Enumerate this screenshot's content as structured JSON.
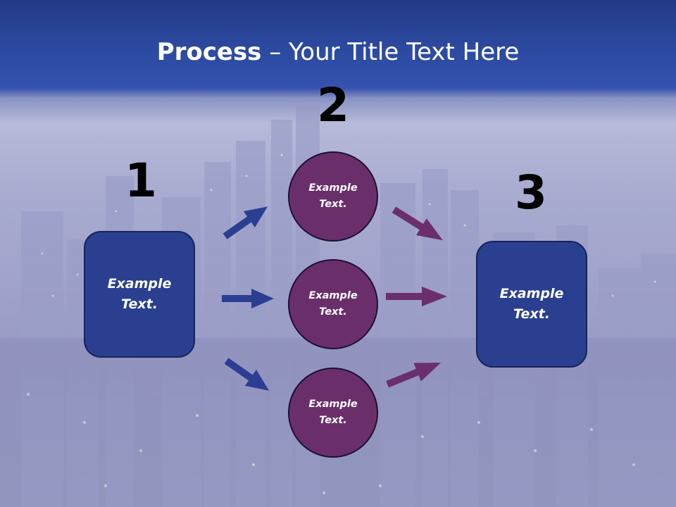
{
  "slide": {
    "title_bold": "Process",
    "title_rest": " – Your Title Text Here"
  },
  "steps": [
    {
      "number": "1",
      "label": "Example Text."
    },
    {
      "number": "2",
      "circles": [
        "Example Text.",
        "Example Text.",
        "Example Text."
      ]
    },
    {
      "number": "3",
      "label": "Example Text."
    }
  ],
  "colors": {
    "header_blue": "#2c4aa0",
    "box_blue": "#2a3f8f",
    "circle_purple": "#6a2f6b",
    "arrow_blue": "#2b3e92",
    "arrow_purple": "#6b2f6e"
  }
}
